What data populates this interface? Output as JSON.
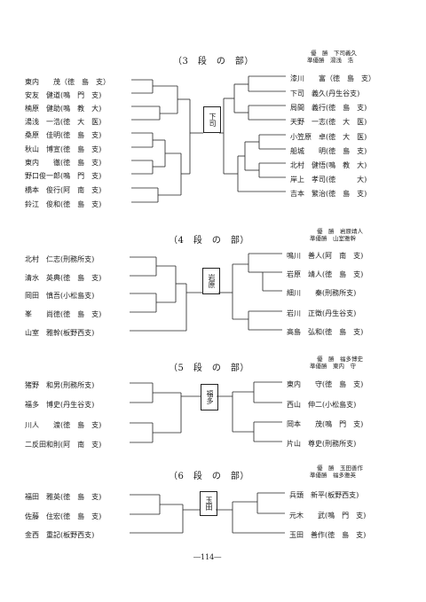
{
  "page_number": "―114―",
  "sections": [
    {
      "title": "（3　段　の　部）",
      "winner": "優　勝　下司義久",
      "runner_up": "準優勝　湯浅　浩",
      "left": [
        "東内　　茂（徳　島　支）",
        "安友　健道(鳴　門　支)",
        "楠原　健助(鳴　教　大)",
        "湯浅　一浩(徳　大　医)",
        "桑原　佳明(徳　島　支)",
        "秋山　博宣(徳　島　支)",
        "東内　　徹(徳　島　支)",
        "野口俊一郎(鳴　門　支)",
        "橋本　俊行(阿　南　支)",
        "鈴江　俊和(徳　島　支)"
      ],
      "right": [
        "漆川　　富（徳　島　支）",
        "下司　義久(丹生谷支)",
        "局間　義行(徳　島　支)",
        "天野　一志(徳　大　医)",
        "小笠原　卓(徳　大　医)",
        "船城　　明(徳　島　支)",
        "北村　健悟(鳴　教　大)",
        "岸上　孝司(徳　　　大)",
        "吉本　繁治(徳　島　支)"
      ],
      "center_box": "下司"
    },
    {
      "title": "（4　段　の　部）",
      "winner": "優　勝　岩原靖人",
      "runner_up": "準優勝　山室雅幹",
      "left": [
        "北村　仁志(刑務所支)",
        "清水　英典(徳　島　支)",
        "岡田　慎吾(小松島支)",
        "峯　　尚徳(徳　島　支)",
        "山室　雅幹(板野西支)"
      ],
      "right": [
        "鳴川　善人(阿　南　支)",
        "岩原　靖人(徳　島　支)",
        "細川　　秦(刑務所支)",
        "岩川　正徴(丹生谷支)",
        "高島　弘和(徳　島　支)"
      ],
      "center_box": "岩原"
    },
    {
      "title": "（5　段　の　部）",
      "winner": "優　勝　福多博史",
      "runner_up": "準優勝　東内　守",
      "left": [
        "猪野　和男(刑務所支)",
        "福多　博史(丹生谷支)",
        "川人　　渡(徳　島　支)",
        "二反田和則(阿　南　支)"
      ],
      "right": [
        "東内　　守(徳　島　支)",
        "西山　伸二(小松島支)",
        "岡本　　茂(鳴　門　支)",
        "片山　尊史(刑務所支)"
      ],
      "center_box": "福多"
    },
    {
      "title": "（6　段　の　部）",
      "winner": "優　勝　玉田善作",
      "runner_up": "準優勝　福多雅英",
      "left": [
        "福田　雅英(徳　島　支)",
        "佐藤　住宏(徳　島　支)",
        "金西　重記(板野西支)"
      ],
      "right": [
        "兵頭　新平(板野西支)",
        "元木　　武(鳴　門　支)",
        "玉田　善作(徳　島　支)"
      ],
      "center_box": "玉田"
    }
  ]
}
